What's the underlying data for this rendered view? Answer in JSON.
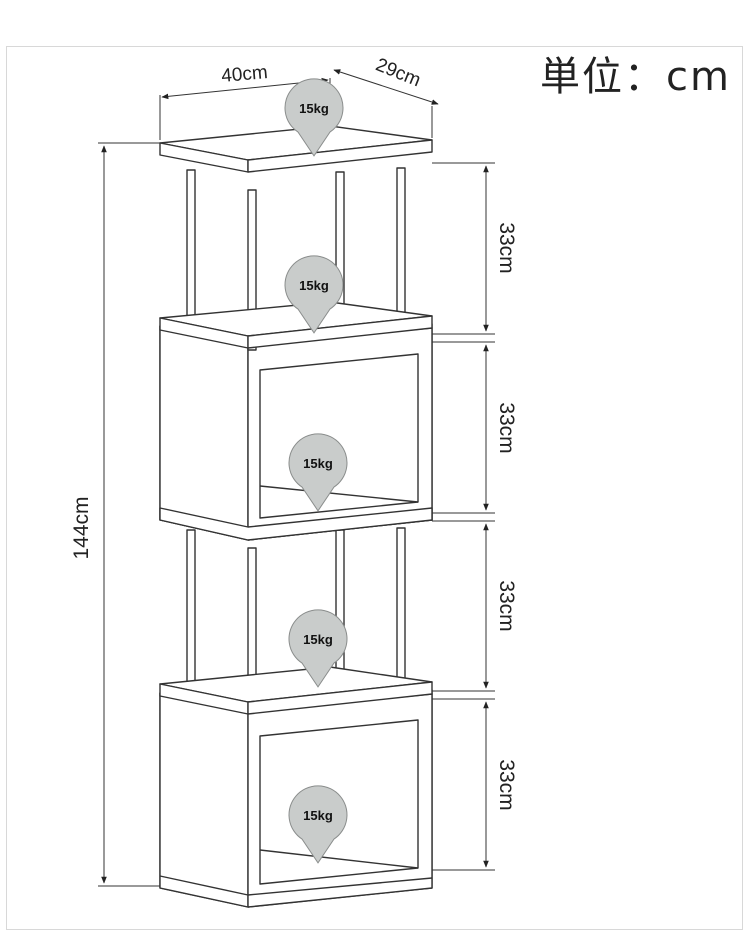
{
  "unit_label": "単位：cm",
  "dimensions": {
    "width": "40cm",
    "depth": "29cm",
    "height": "144cm",
    "tier_heights": [
      "33cm",
      "33cm",
      "33cm",
      "33cm"
    ]
  },
  "load_pins": [
    "15kg",
    "15kg",
    "15kg",
    "15kg",
    "15kg"
  ],
  "colors": {
    "line": "#333333",
    "pin": "#c9cccb",
    "pin_stroke": "#8a8d8c"
  }
}
